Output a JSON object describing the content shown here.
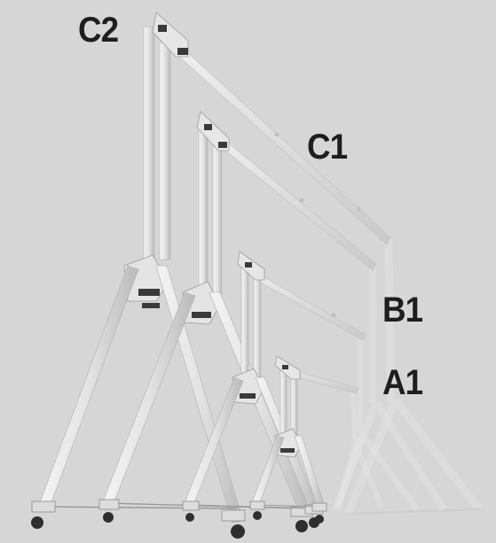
{
  "image": {
    "description_labels": [
      "C2",
      "C1",
      "B1",
      "A1"
    ],
    "colors": {
      "background": "#d6d6d6",
      "frame": "#e9e9e9",
      "frame_shadow": "#a9a9a9",
      "fittings": "#3a3a3a",
      "label": "#1e1e1e"
    }
  },
  "labels": {
    "c2": "C2",
    "c1": "C1",
    "b1": "B1",
    "a1": "A1"
  }
}
